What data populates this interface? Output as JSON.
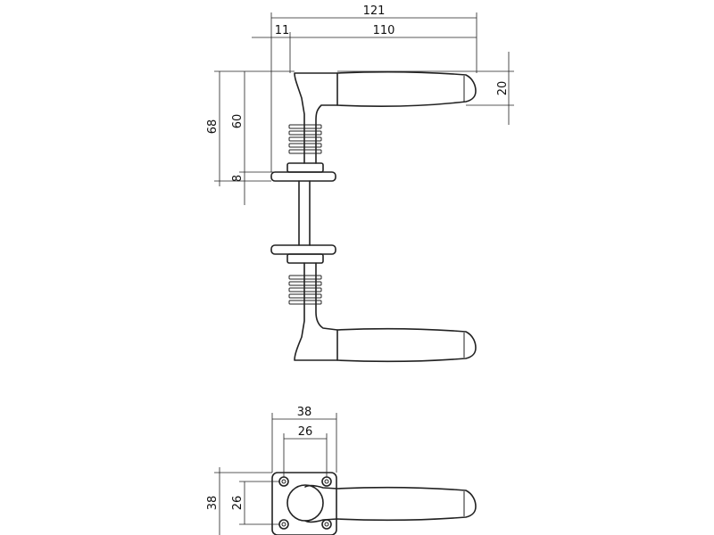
{
  "dimensions": {
    "overall_length": "121",
    "rose_offset": "11",
    "lever_length": "110",
    "lever_thickness": "20",
    "total_height": "68",
    "neck_height": "60",
    "rose_thickness": "8",
    "plate_width": "38",
    "hole_spacing_x": "26",
    "plate_height": "38",
    "hole_spacing_y": "26"
  }
}
